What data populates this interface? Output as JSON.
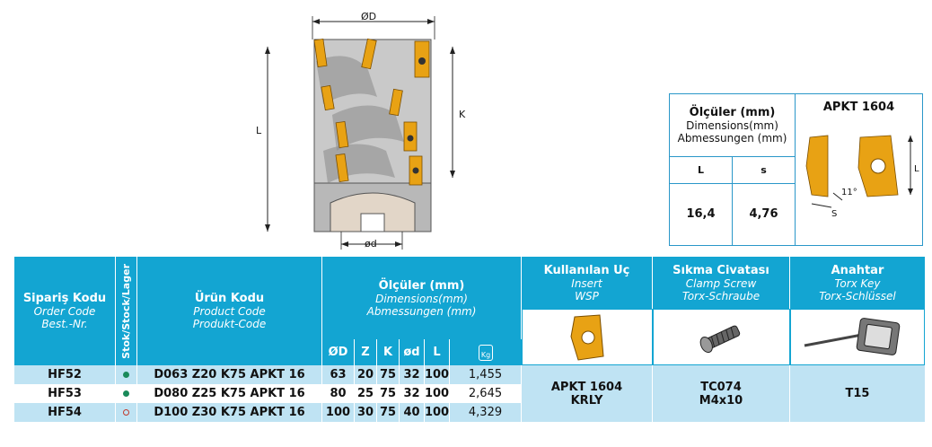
{
  "drawing_labels": {
    "od": "ØD",
    "L": "L",
    "K": "K",
    "od_small": "ød"
  },
  "dims_table": {
    "title_bold": "Ölçüler (mm)",
    "title_en": "Dimensions(mm)",
    "title_de": "Abmessungen (mm)",
    "insert_title": "APKT 1604",
    "col_L": "L",
    "col_s": "s",
    "val_L": "16,4",
    "val_s": "4,76",
    "insert_L": "L",
    "insert_angle": "11°",
    "insert_S": "S"
  },
  "table": {
    "siparis": {
      "tr": "Sipariş Kodu",
      "en": "Order Code",
      "de": "Best.-Nr."
    },
    "stok": "Stok/Stock/Lager",
    "urun": {
      "tr": "Ürün Kodu",
      "en": "Product Code",
      "de": "Produkt-Code"
    },
    "olculer": {
      "tr": "Ölçüler (mm)",
      "en": "Dimensions(mm)",
      "de": "Abmessungen (mm)"
    },
    "cols": [
      "ØD",
      "Z",
      "K",
      "ød",
      "L"
    ],
    "insert_hdr": {
      "tr": "Kullanılan Uç",
      "en": "Insert",
      "de": "WSP"
    },
    "screw_hdr": {
      "tr": "Sıkma Civatası",
      "en": "Clamp Screw",
      "de": "Torx-Schraube"
    },
    "key_hdr": {
      "tr": "Anahtar",
      "en": "Torx Key",
      "de": "Torx-Schlüssel"
    },
    "rows": [
      {
        "order": "HF52",
        "stock": "filled",
        "product": "D063 Z20 K75 APKT 16",
        "D": "63",
        "Z": "20",
        "K": "75",
        "d": "32",
        "L": "100",
        "kg": "1,455"
      },
      {
        "order": "HF53",
        "stock": "filled",
        "product": "D080 Z25 K75 APKT 16",
        "D": "80",
        "Z": "25",
        "K": "75",
        "d": "32",
        "L": "100",
        "kg": "2,645"
      },
      {
        "order": "HF54",
        "stock": "empty",
        "product": "D100 Z30 K75 APKT 16",
        "D": "100",
        "Z": "30",
        "K": "75",
        "d": "40",
        "L": "100",
        "kg": "4,329"
      }
    ],
    "insert_val": [
      "APKT 1604",
      "KRLY"
    ],
    "screw_val": [
      "TC074",
      "M4x10"
    ],
    "key_val": "T15",
    "kg_icon": "Kg",
    "colors": {
      "header": "#13a5d2",
      "light": "#bfe3f3",
      "stock_dot": "#1a8a5a",
      "insert": "#e8a214"
    }
  }
}
